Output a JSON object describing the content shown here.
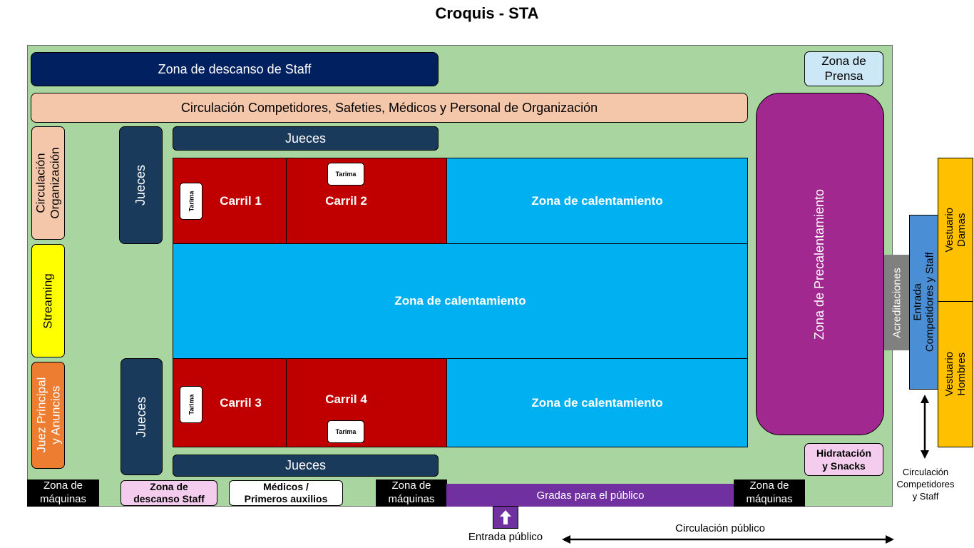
{
  "title": "Croquis - STA",
  "zones": {
    "staff_rest_top": "Zona de descanso de Staff",
    "press": "Zona de\nPrensa",
    "circulation_competitors": "Circulación Competidores, Safeties, Médicos y Personal de Organización",
    "org_circulation": "Circulación\nOrganización",
    "streaming": "Streaming",
    "head_judge": "Juez Principal\ny Anuncios",
    "judges": "Jueces",
    "tarima": "Tarima",
    "lane_1": "Carril 1",
    "lane_2": "Carril 2",
    "lane_3": "Carril 3",
    "lane_4": "Carril 4",
    "warmup": "Zona de calentamiento",
    "prewarmup": "Zona de Precalentamiento",
    "accreditations": "Acreditaciones",
    "entrance_competitors_staff": "Entrada\nCompetidores y Staff",
    "locker_women": "Vestuario\nDamas",
    "locker_men": "Vestuario\nHombres",
    "hydration": "Hidratación\ny Snacks",
    "machines": "Zona de\nmáquinas",
    "staff_rest_bottom": "Zona de\ndescanso Staff",
    "medics": "Médicos /\nPrimeros auxilios",
    "stands": "Gradas para el público"
  },
  "notes": {
    "public_entrance": "Entrada público",
    "public_circulation": "Circulación público",
    "competitor_circulation": "Circulación\nCompetidores\ny Staff"
  },
  "colors": {
    "floor": "#a9d5a0",
    "staff_rest": "#002060",
    "circulation": "#f4c7aa",
    "judges": "#1a3a5c",
    "lanes": "#c00000",
    "warmup": "#00b0f0",
    "prewarmup": "#a0288f",
    "streaming": "#ffff00",
    "head_judge": "#ed7d31",
    "lockers": "#ffc000",
    "entrance": "#4a8fd6",
    "accreditations": "#808080",
    "stands": "#7030a0",
    "hydration": "#f4cdee",
    "press": "#cce8f6"
  }
}
